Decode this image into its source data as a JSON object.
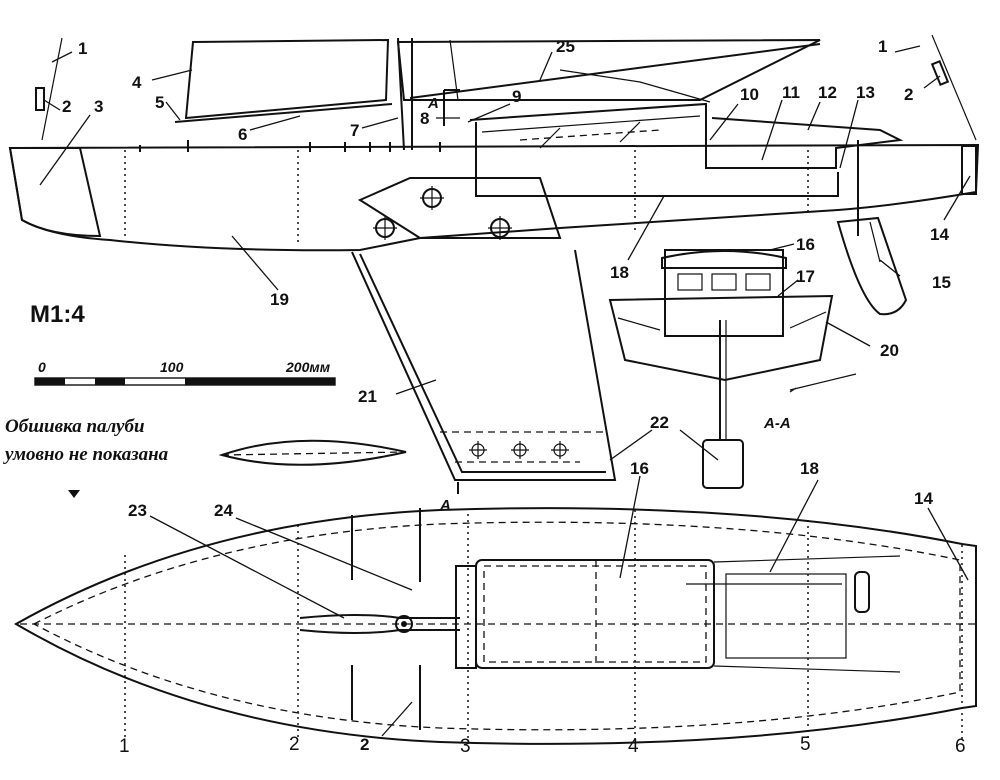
{
  "scale": {
    "title": "M1:4",
    "ticks": [
      "0",
      "100",
      "200мм"
    ]
  },
  "note": {
    "line1": "Обшивка палуби",
    "line2": "умовно не показана"
  },
  "section": {
    "marker": "A",
    "title": "A-A"
  },
  "stations": [
    "1",
    "2",
    "3",
    "4",
    "5",
    "6"
  ],
  "callouts": [
    "1",
    "2",
    "3",
    "4",
    "5",
    "6",
    "7",
    "8",
    "9",
    "10",
    "11",
    "12",
    "13",
    "14",
    "15",
    "16",
    "17",
    "18",
    "19",
    "20",
    "21",
    "22",
    "23",
    "24",
    "25"
  ]
}
